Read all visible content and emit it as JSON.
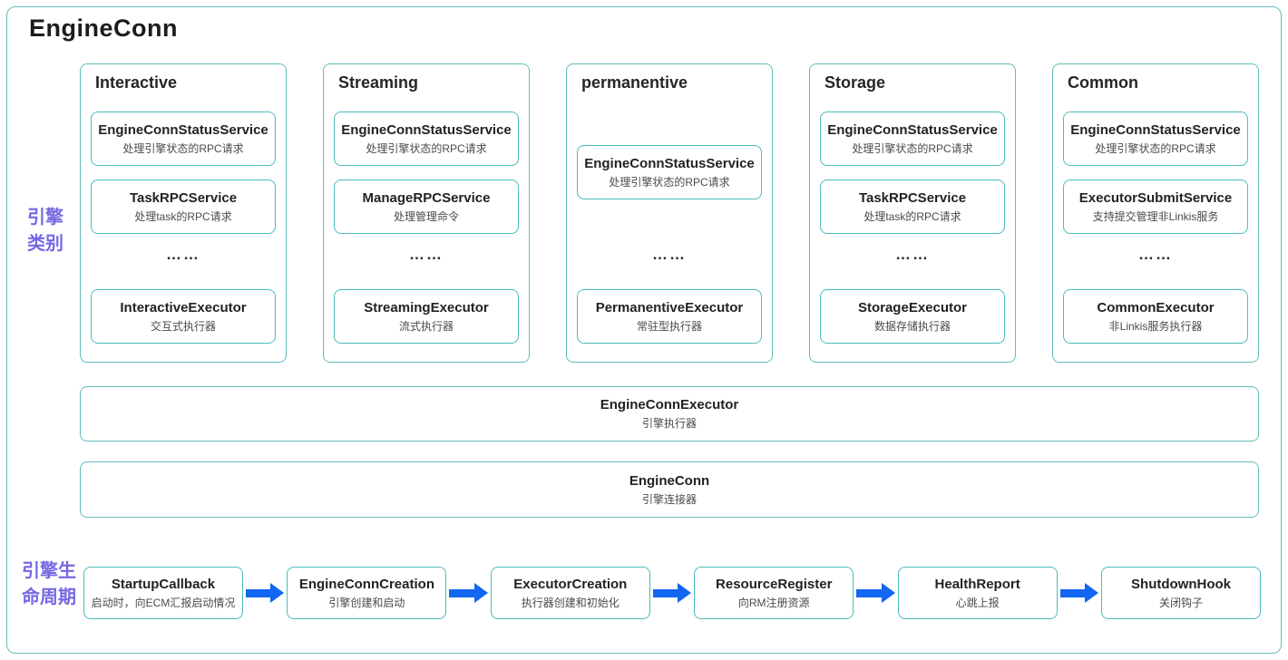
{
  "page": {
    "title": "EngineConn"
  },
  "labels": {
    "engine_category": "引擎类别",
    "engine_lifecycle": "引擎生命周期",
    "dots": "……"
  },
  "colors": {
    "border_teal": "#5fbdb9",
    "inner_box_teal": "#4cbcbc",
    "arrow_blue": "#1266f1",
    "side_label_purple": "#7468e4"
  },
  "columns": [
    {
      "title": "Interactive",
      "boxes": [
        {
          "title": "EngineConnStatusService",
          "subtitle": "处理引擎状态的RPC请求"
        },
        {
          "title": "TaskRPCService",
          "subtitle": "处理task的RPC请求"
        }
      ],
      "executor": {
        "title": "InteractiveExecutor",
        "subtitle": "交互式执行器"
      }
    },
    {
      "title": "Streaming",
      "boxes": [
        {
          "title": "EngineConnStatusService",
          "subtitle": "处理引擎状态的RPC请求"
        },
        {
          "title": "ManageRPCService",
          "subtitle": "处理管理命令"
        }
      ],
      "executor": {
        "title": "StreamingExecutor",
        "subtitle": "流式执行器"
      }
    },
    {
      "title": "permanentive",
      "boxes": [
        {
          "title": "EngineConnStatusService",
          "subtitle": "处理引擎状态的RPC请求"
        }
      ],
      "executor": {
        "title": "PermanentiveExecutor",
        "subtitle": "常驻型执行器"
      }
    },
    {
      "title": "Storage",
      "boxes": [
        {
          "title": "EngineConnStatusService",
          "subtitle": "处理引擎状态的RPC请求"
        },
        {
          "title": "TaskRPCService",
          "subtitle": "处理task的RPC请求"
        }
      ],
      "executor": {
        "title": "StorageExecutor",
        "subtitle": "数据存储执行器"
      }
    },
    {
      "title": "Common",
      "boxes": [
        {
          "title": "EngineConnStatusService",
          "subtitle": "处理引擎状态的RPC请求"
        },
        {
          "title": "ExecutorSubmitService",
          "subtitle": "支持提交管理非Linkis服务"
        }
      ],
      "executor": {
        "title": "CommonExecutor",
        "subtitle": "非Linkis服务执行器"
      }
    }
  ],
  "bars": [
    {
      "title": "EngineConnExecutor",
      "subtitle": "引擎执行器"
    },
    {
      "title": "EngineConn",
      "subtitle": "引擎连接器"
    }
  ],
  "lifecycle": [
    {
      "title": "StartupCallback",
      "subtitle": "启动时，向ECM汇报启动情况"
    },
    {
      "title": "EngineConnCreation",
      "subtitle": "引擎创建和启动"
    },
    {
      "title": "ExecutorCreation",
      "subtitle": "执行器创建和初始化"
    },
    {
      "title": "ResourceRegister",
      "subtitle": "向RM注册资源"
    },
    {
      "title": "HealthReport",
      "subtitle": "心跳上报"
    },
    {
      "title": "ShutdownHook",
      "subtitle": "关闭钩子"
    }
  ]
}
